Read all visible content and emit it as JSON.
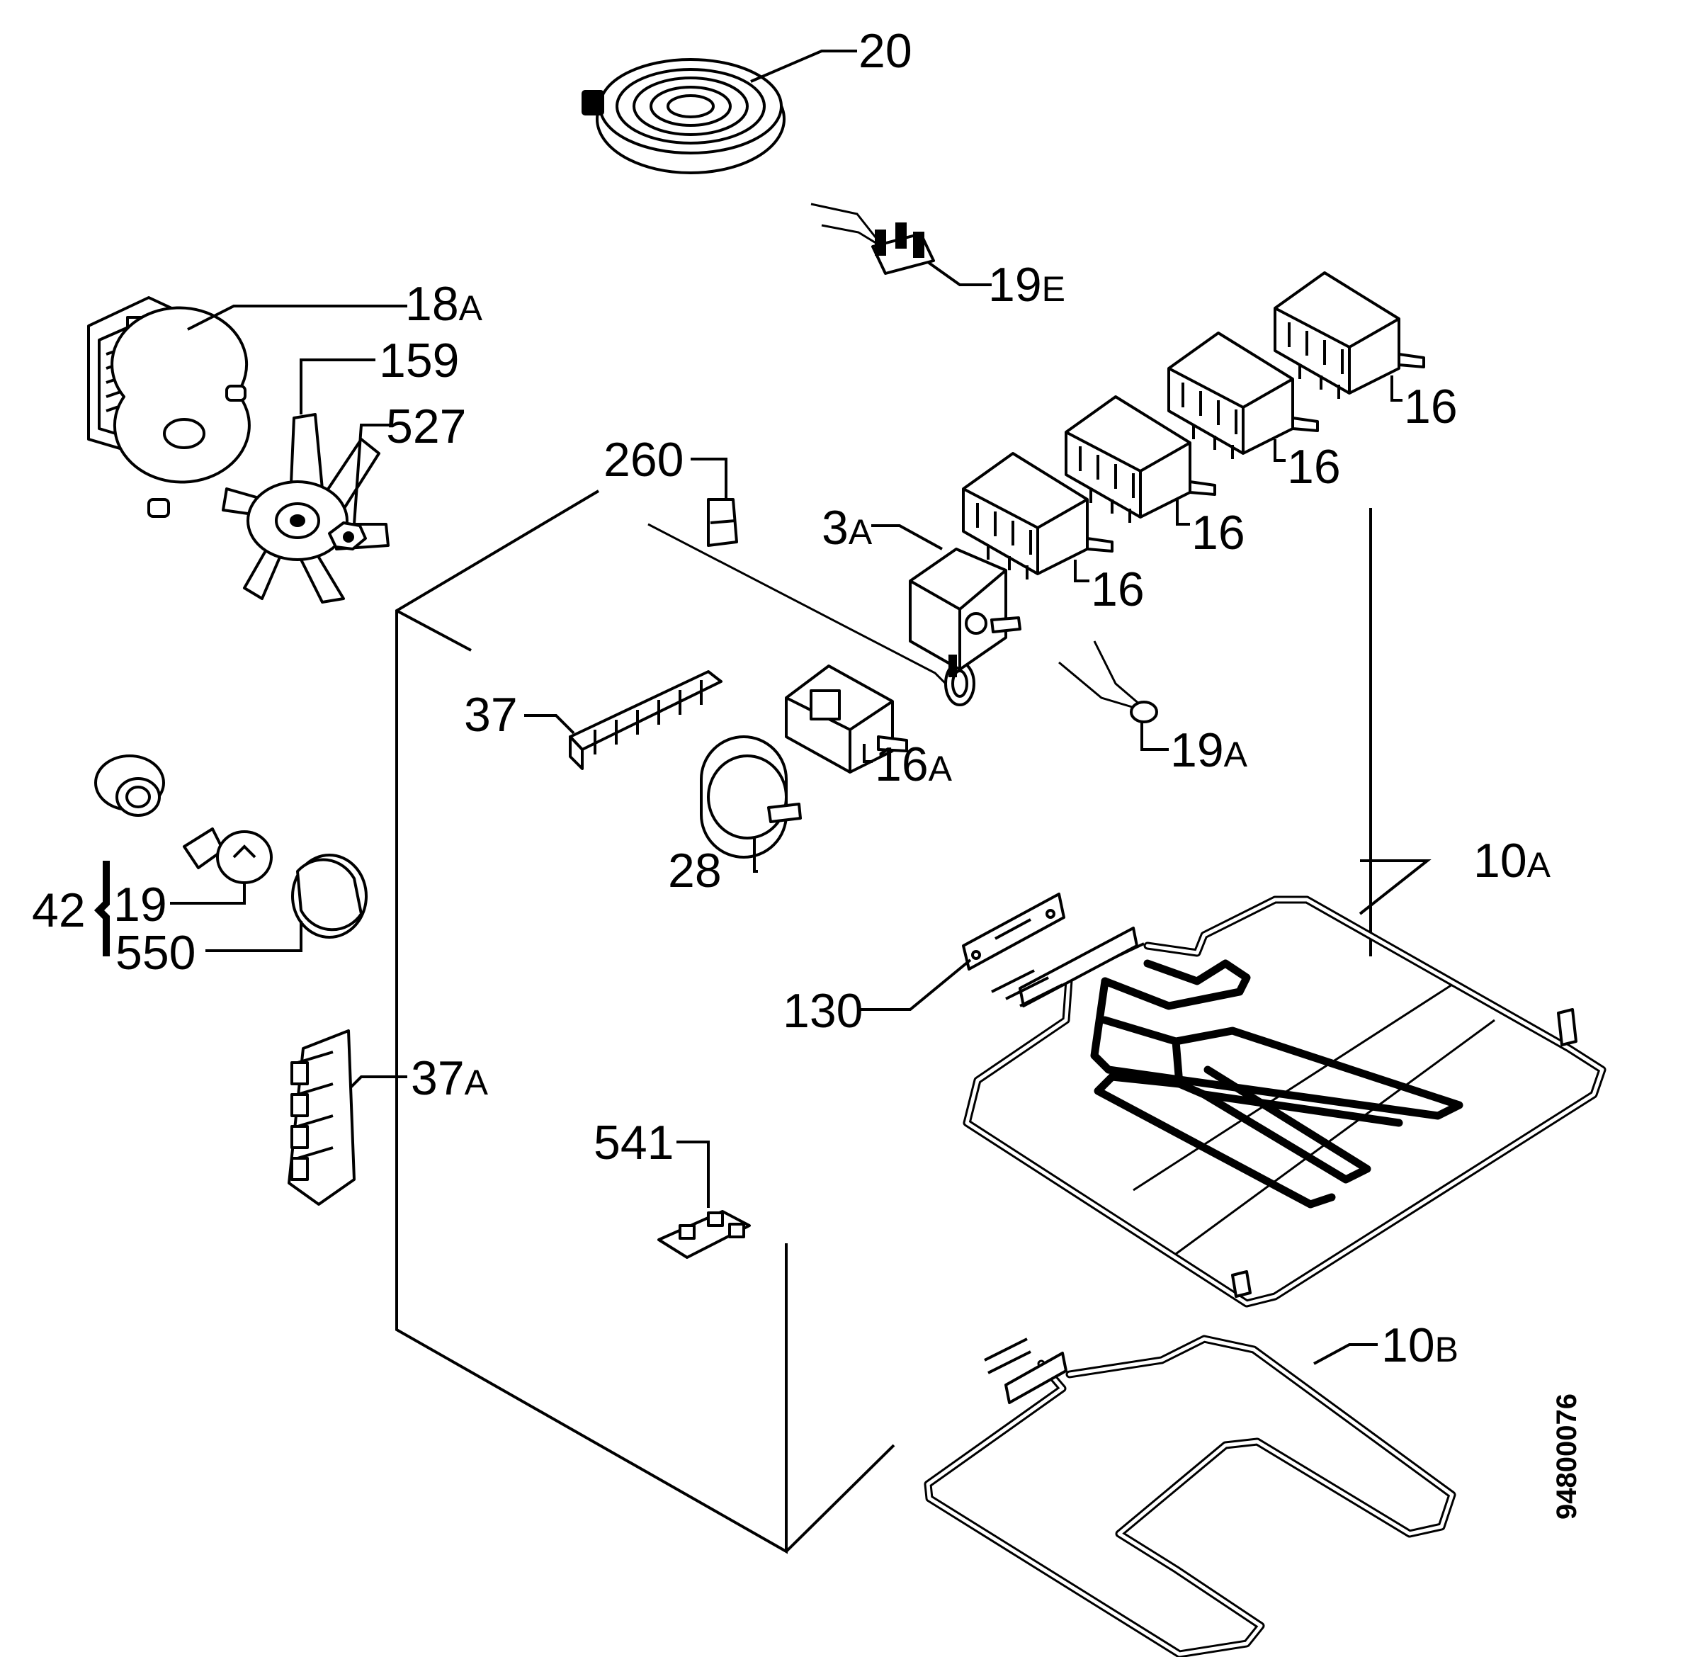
{
  "labels": {
    "p20": {
      "num": "20",
      "suf": ""
    },
    "p19E": {
      "num": "19",
      "suf": "E"
    },
    "p18A": {
      "num": "18",
      "suf": "A"
    },
    "p159": {
      "num": "159",
      "suf": ""
    },
    "p527": {
      "num": "527",
      "suf": ""
    },
    "p260": {
      "num": "260",
      "suf": ""
    },
    "p3A": {
      "num": "3",
      "suf": "A"
    },
    "p16_1": {
      "num": "16",
      "suf": ""
    },
    "p16_2": {
      "num": "16",
      "suf": ""
    },
    "p16_3": {
      "num": "16",
      "suf": ""
    },
    "p16_4": {
      "num": "16",
      "suf": ""
    },
    "p37": {
      "num": "37",
      "suf": ""
    },
    "p16A": {
      "num": "16",
      "suf": "A"
    },
    "p19A": {
      "num": "19",
      "suf": "A"
    },
    "p28": {
      "num": "28",
      "suf": ""
    },
    "p42": {
      "num": "42",
      "suf": ""
    },
    "p19": {
      "num": "19",
      "suf": ""
    },
    "p550": {
      "num": "550",
      "suf": ""
    },
    "p10A": {
      "num": "10",
      "suf": "A"
    },
    "p130": {
      "num": "130",
      "suf": ""
    },
    "p37A": {
      "num": "37",
      "suf": "A"
    },
    "p541": {
      "num": "541",
      "suf": ""
    },
    "p10B": {
      "num": "10",
      "suf": "B"
    }
  },
  "drawing_code": "94800076"
}
